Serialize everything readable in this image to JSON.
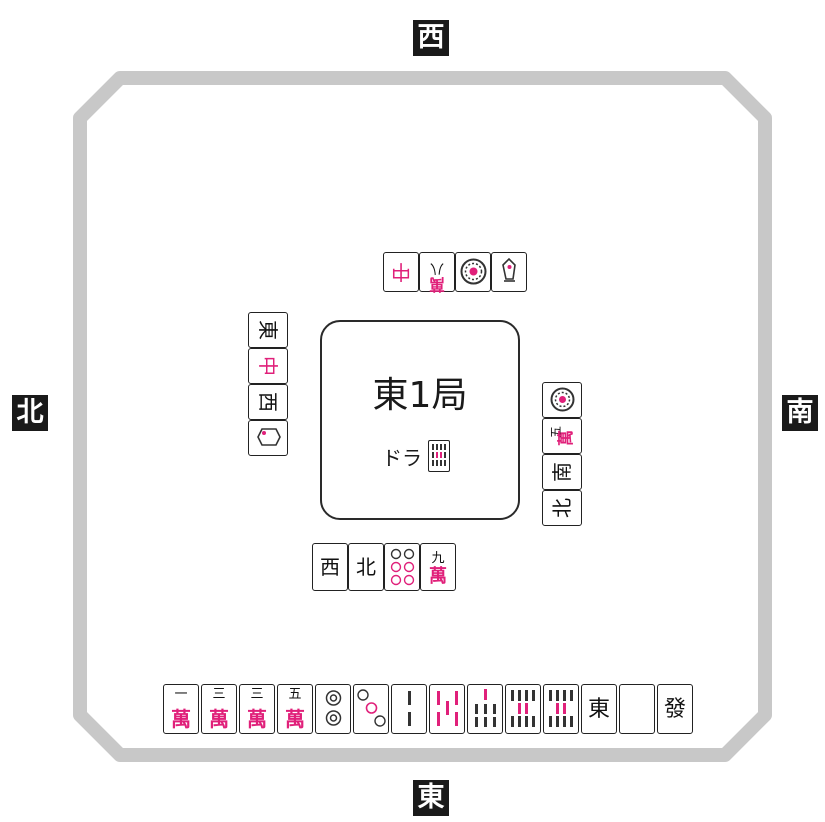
{
  "winds": {
    "top": "西",
    "right": "南",
    "bottom": "東",
    "left": "北"
  },
  "center": {
    "round": "東1局",
    "dora_label": "ドラ",
    "dora_tile": "8-sou"
  },
  "colors": {
    "table_border": "#c8c8c8",
    "accent_pink": "#e0207a",
    "tile_border": "#222222"
  },
  "discards": {
    "west": [
      {
        "type": "honor",
        "glyph": "中",
        "name": "red-dragon"
      },
      {
        "type": "man",
        "num": "八",
        "sym": "萬",
        "name": "8-man"
      },
      {
        "type": "pin",
        "name": "1-pin"
      },
      {
        "type": "sou",
        "name": "1-sou"
      }
    ],
    "north": [
      {
        "type": "honor",
        "glyph": "東",
        "name": "east-wind"
      },
      {
        "type": "honor",
        "glyph": "中",
        "name": "red-dragon"
      },
      {
        "type": "honor",
        "glyph": "西",
        "name": "west-wind"
      },
      {
        "type": "sou",
        "name": "1-sou"
      }
    ],
    "south": [
      {
        "type": "pin",
        "name": "1-pin"
      },
      {
        "type": "man",
        "num": "五",
        "sym": "萬",
        "name": "5-man"
      },
      {
        "type": "honor",
        "glyph": "南",
        "name": "south-wind"
      },
      {
        "type": "honor",
        "glyph": "北",
        "name": "north-wind"
      }
    ],
    "east": [
      {
        "type": "honor",
        "glyph": "西",
        "name": "west-wind"
      },
      {
        "type": "honor",
        "glyph": "北",
        "name": "north-wind"
      },
      {
        "type": "pin",
        "name": "6-pin"
      },
      {
        "type": "man",
        "num": "九",
        "sym": "萬",
        "name": "9-man"
      }
    ]
  },
  "hand": [
    {
      "type": "man",
      "num": "一",
      "sym": "萬",
      "name": "1-man"
    },
    {
      "type": "man",
      "num": "三",
      "sym": "萬",
      "name": "3-man"
    },
    {
      "type": "man",
      "num": "三",
      "sym": "萬",
      "name": "3-man"
    },
    {
      "type": "man",
      "num": "五",
      "sym": "萬",
      "name": "5-man"
    },
    {
      "type": "pin",
      "name": "2-pin"
    },
    {
      "type": "pin",
      "name": "3-pin"
    },
    {
      "type": "sou",
      "name": "2-sou"
    },
    {
      "type": "sou",
      "name": "5-sou"
    },
    {
      "type": "sou",
      "name": "7-sou"
    },
    {
      "type": "sou",
      "name": "8-sou"
    },
    {
      "type": "sou",
      "name": "8-sou"
    },
    {
      "type": "honor",
      "glyph": "東",
      "name": "east-wind"
    },
    {
      "type": "honor",
      "glyph": "",
      "name": "white-dragon"
    },
    {
      "type": "honor",
      "glyph": "發",
      "name": "green-dragon"
    }
  ]
}
